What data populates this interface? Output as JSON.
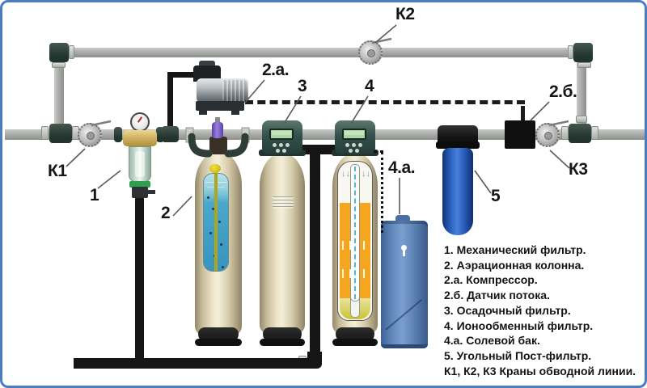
{
  "callouts": {
    "k1": "К1",
    "k2": "К2",
    "k3": "К3",
    "n1": "1",
    "n2": "2",
    "n2a": "2.а.",
    "n2b": "2.б.",
    "n3": "3",
    "n4": "4",
    "n4a": "4.а.",
    "n5": "5"
  },
  "legend": {
    "items": [
      "1. Механический фильтр.",
      "2. Аэрационная колонна.",
      "2.а. Компрессор.",
      "2.б. Датчик потока.",
      "3. Осадочный фильтр.",
      "4. Ионообменный фильтр.",
      "4.а. Солевой бак.",
      "5. Угольный Пост-фильтр.",
      "К1, К2, К3 Краны обводной линии."
    ]
  },
  "colors": {
    "border": "#4a7cc4",
    "pipe_gray": "#aeb0ae",
    "fitting_green": "#2c3e36",
    "drain_black": "#151515",
    "tank_beige": "#e9e2c6",
    "water_blue": "#3e9ec6",
    "resin_orange": "#f6a51f",
    "salt_tank_blue": "#5d83b5",
    "post_filter_blue": "#2f66c4",
    "vent_purple": "#7a5fc0",
    "lcd_green": "#a9d6a2"
  }
}
